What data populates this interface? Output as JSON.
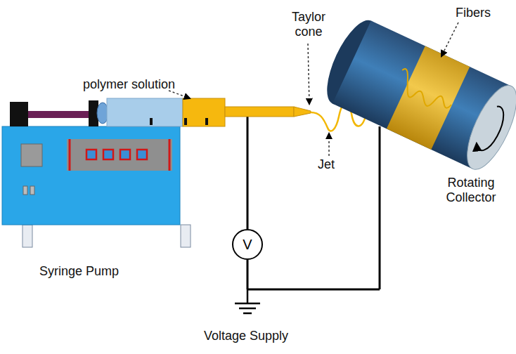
{
  "diagram": {
    "nodes": [
      {
        "text": [
          "V"
        ]
      }
    ],
    "labels": [
      "Taylor cone",
      "Fibers",
      "polymer solution",
      "Jet",
      "Rotating Collector",
      "Syringe Pump",
      "Voltage Supply"
    ]
  }
}
